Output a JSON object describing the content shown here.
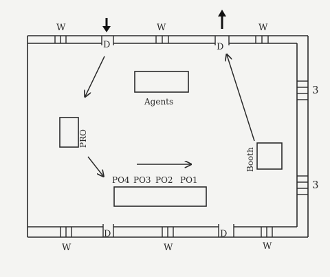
{
  "labels": {
    "w_top_1": "W",
    "w_top_2": "W",
    "w_top_3": "W",
    "w_bottom_1": "W",
    "w_bottom_2": "W",
    "w_bottom_3": "W",
    "d_top_left": "D",
    "d_top_right": "D",
    "d_bottom_left": "D",
    "d_bottom_right": "D",
    "side_3_upper": "3",
    "side_3_lower": "3",
    "agents": "Agents",
    "pro": "PRO",
    "booth": "Booth",
    "po4": "PO4",
    "po3": "PO3",
    "po2": "PO2",
    "po1": "PO1"
  },
  "colors": {
    "ink": "#2a2a2a",
    "paper": "#f4f4f2"
  }
}
